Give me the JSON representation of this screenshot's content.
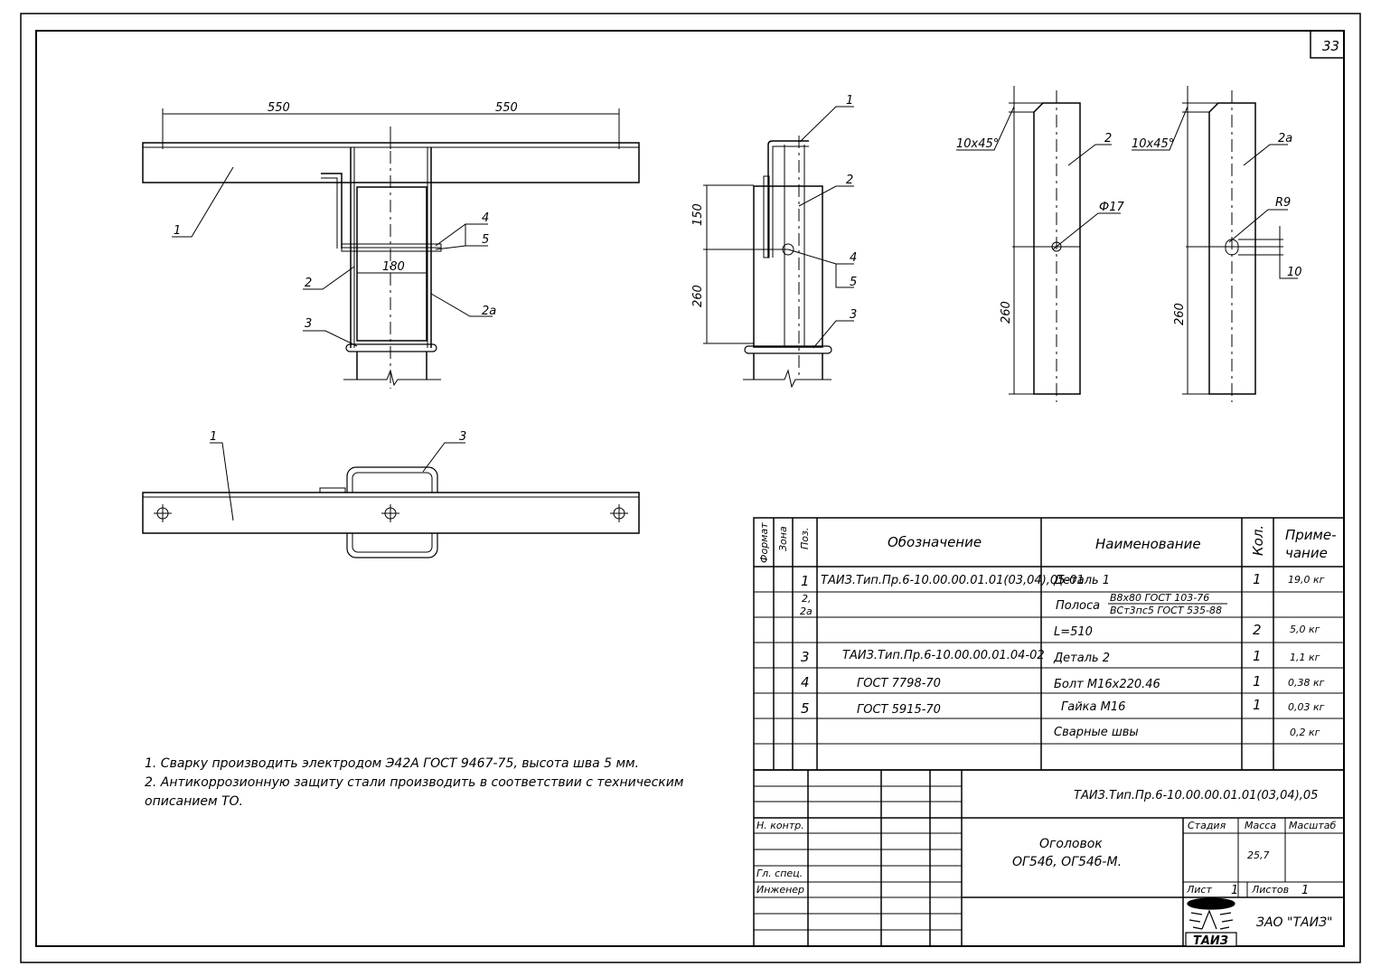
{
  "sheet_number": "33",
  "views": {
    "front": {
      "dim_left": "550",
      "dim_right": "550",
      "dim_inner": "180",
      "callouts": [
        "1",
        "2",
        "2а",
        "3",
        "4",
        "5"
      ]
    },
    "side": {
      "dim_top": "150",
      "dim_bottom": "260",
      "callouts": [
        "1",
        "2",
        "4",
        "5",
        "3"
      ]
    },
    "detail_2": {
      "chamfer": "10х45°",
      "hole": "Ф17",
      "length": "260",
      "callout": "2"
    },
    "detail_2a": {
      "chamfer": "10х45°",
      "radius": "R9",
      "slot": "10",
      "length": "260",
      "callout": "2а"
    },
    "plan": {
      "callouts": [
        "1",
        "3"
      ]
    }
  },
  "notes": [
    "1. Сварку производить электродом Э42А ГОСТ 9467-75, высота шва 5 мм.",
    "2. Антикоррозионную защиту стали производить в соответствии с техническим",
    "описанием ТО."
  ],
  "spec_table": {
    "headers": {
      "format": "Формат",
      "zone": "Зона",
      "pos": "Поз.",
      "designation": "Обозначение",
      "name": "Наименование",
      "qty": "Кол.",
      "note_line1": "Приме-",
      "note_line2": "чание"
    },
    "rows": [
      {
        "pos": "1",
        "designation": "ТАИЗ.Тип.Пр.6-10.00.00.01.01(03,04),05-01",
        "name": "Деталь 1",
        "qty": "1",
        "note": "19,0 кг"
      },
      {
        "pos": "2,",
        "pos2": "2а",
        "designation": "",
        "name": "Полоса",
        "name_top": "В8х80 ГОСТ 103-76",
        "name_bottom": "ВСт3пс5 ГОСТ 535-88",
        "qty": "",
        "note": ""
      },
      {
        "pos": "",
        "designation": "",
        "name": "L=510",
        "qty": "2",
        "note": "5,0 кг"
      },
      {
        "pos": "3",
        "designation": "ТАИЗ.Тип.Пр.6-10.00.00.01.04-02",
        "name": "Деталь 2",
        "qty": "1",
        "note": "1,1 кг"
      },
      {
        "pos": "4",
        "designation": "ГОСТ 7798-70",
        "name": "Болт М16х220.46",
        "qty": "1",
        "note": "0,38 кг"
      },
      {
        "pos": "5",
        "designation": "ГОСТ 5915-70",
        "name": "Гайка М16",
        "qty": "1",
        "note": "0,03 кг"
      },
      {
        "pos": "",
        "designation": "",
        "name": "Сварные швы",
        "qty": "",
        "note": "0,2 кг"
      },
      {
        "pos": "",
        "designation": "",
        "name": "",
        "qty": "",
        "note": ""
      }
    ]
  },
  "title_block": {
    "document_code": "ТАИЗ.Тип.Пр.6-10.00.00.01.01(03,04),05",
    "title_line1": "Оголовок",
    "title_line2": "ОГ54б, ОГ54б-М.",
    "stage_label": "Стадия",
    "mass_label": "Масса",
    "scale_label": "Масштаб",
    "mass_value": "25,7",
    "sheet_label": "Лист",
    "sheet_value": "1",
    "sheets_label": "Листов",
    "sheets_value": "1",
    "role_1": "Н. контр.",
    "role_2": "Гл. спец.",
    "role_3": "Инженер",
    "company": "ЗАО \"ТАИЗ\"",
    "logo_text": "ТАИЗ"
  }
}
